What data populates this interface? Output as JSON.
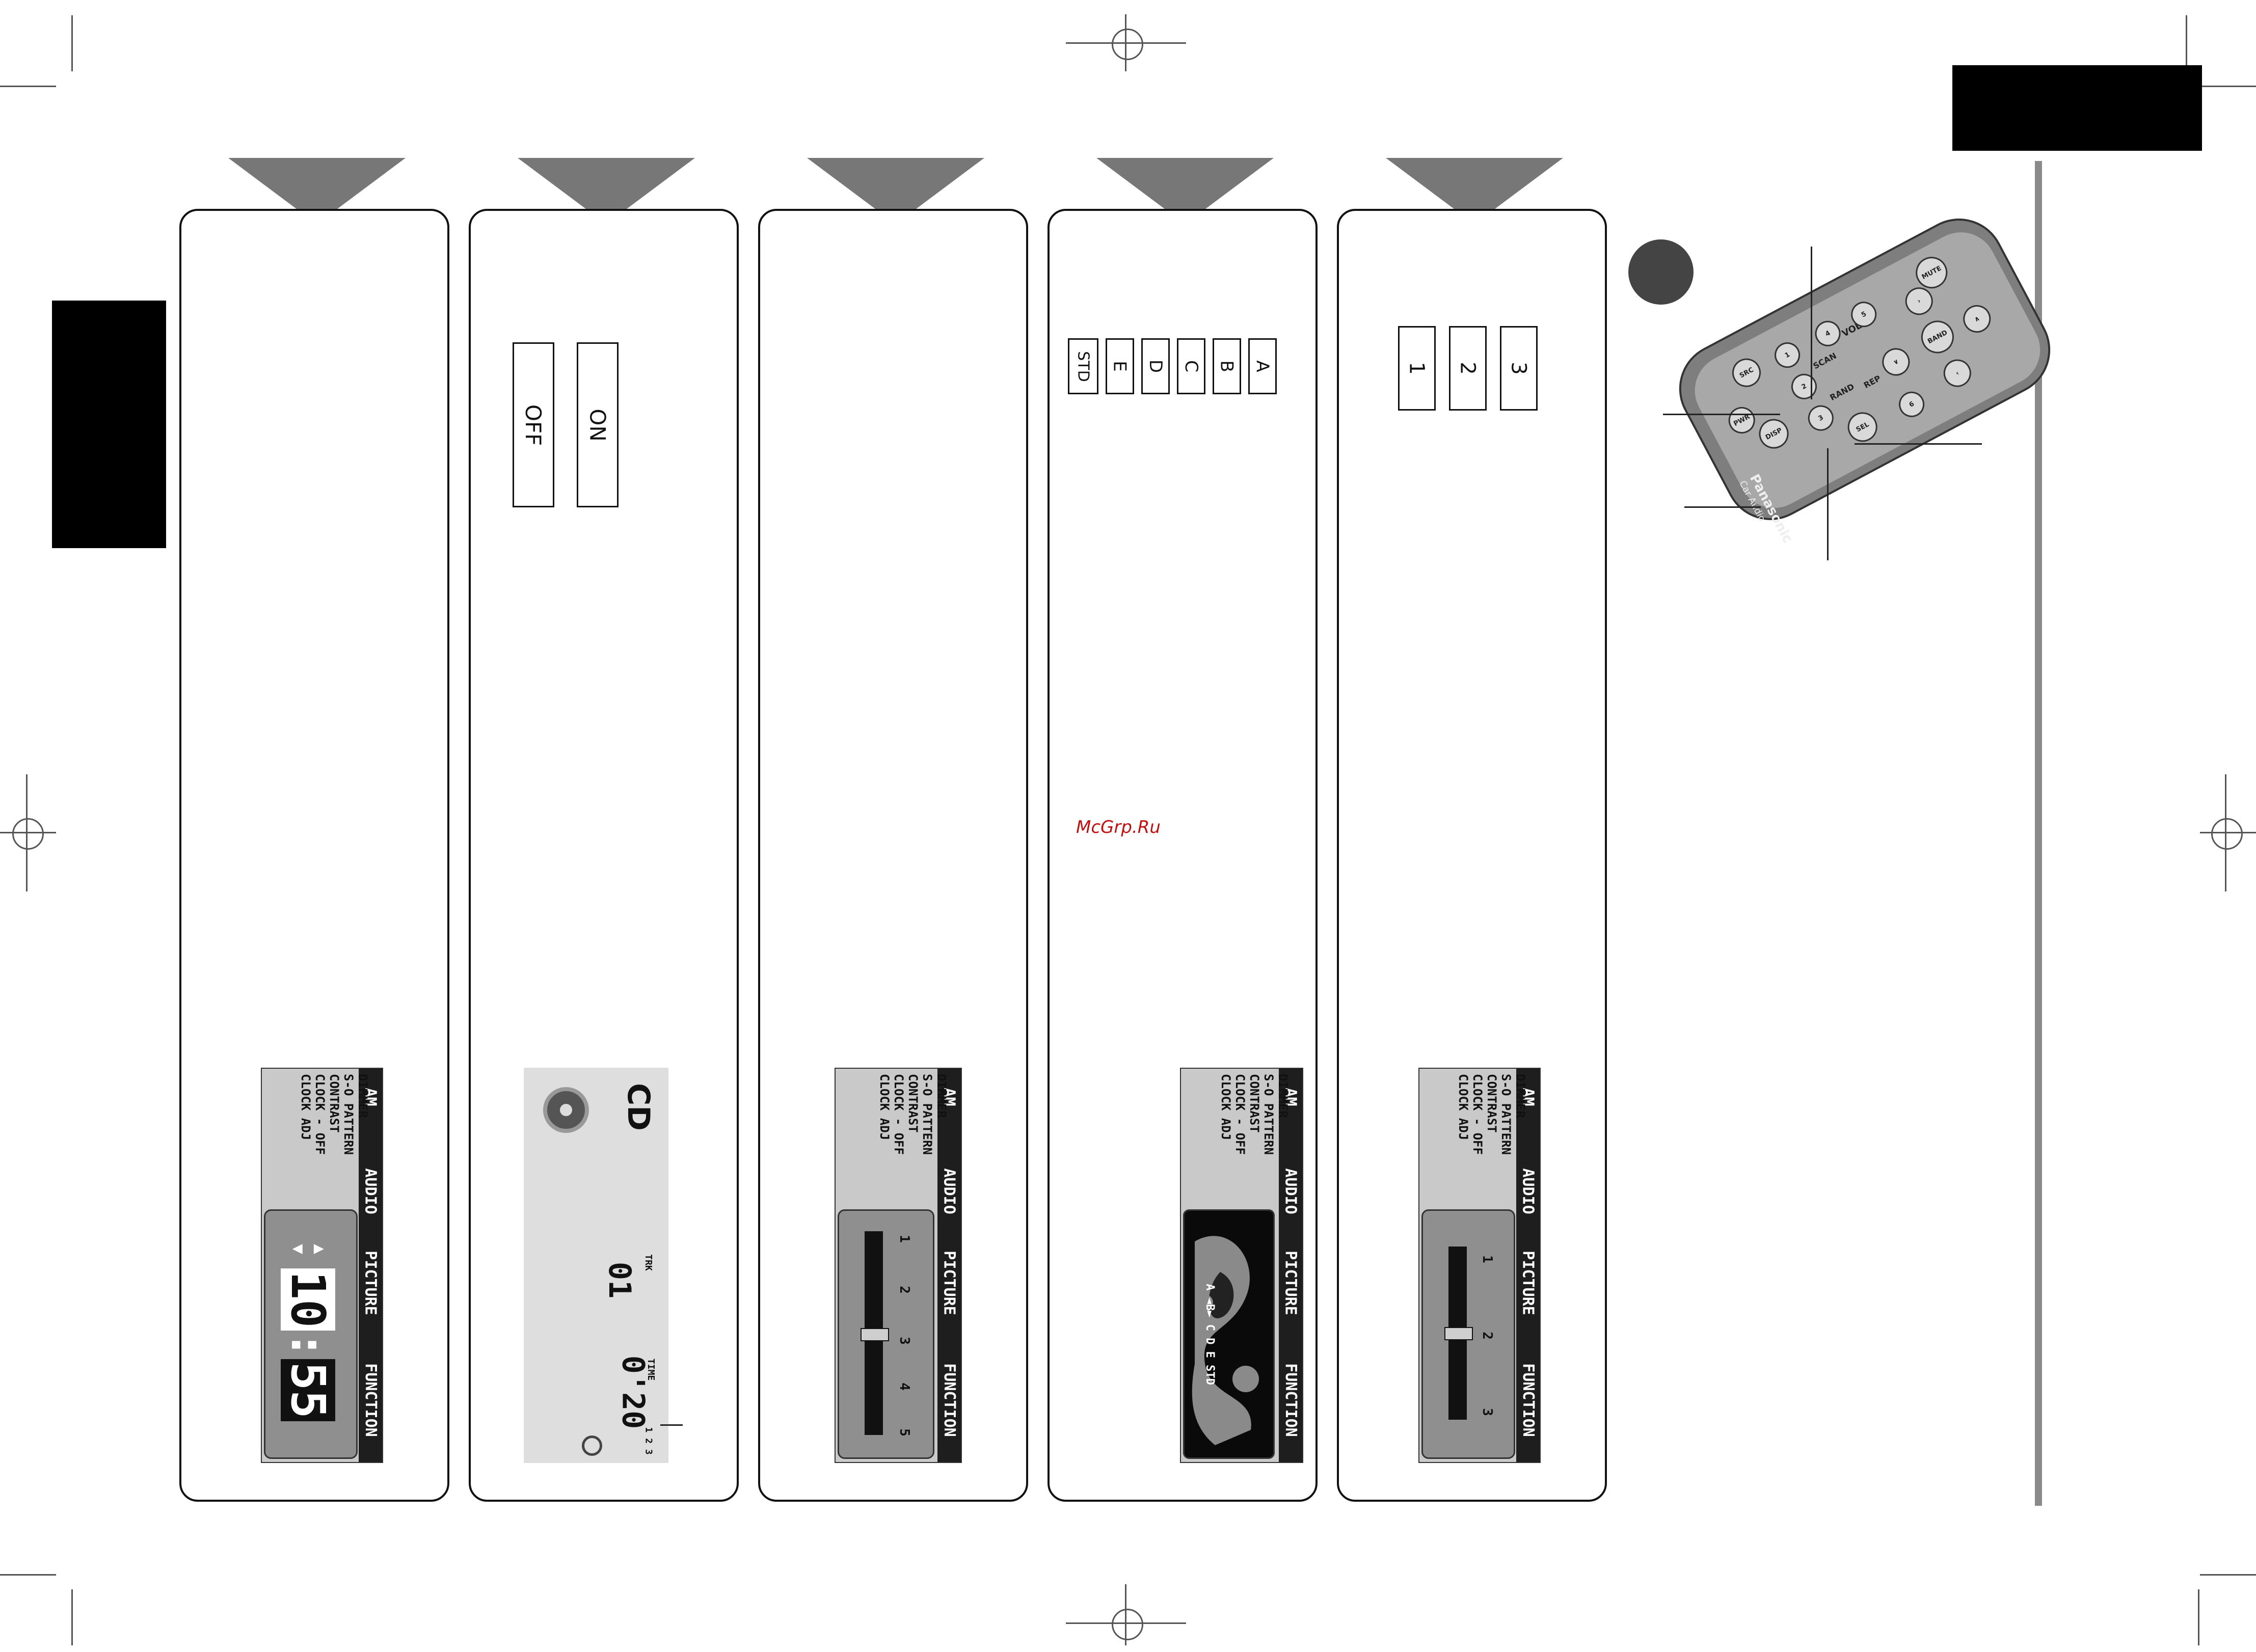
{
  "watermark": "McGrp.Ru",
  "panel_clock": {
    "lcd_tabs": [
      "AM",
      "AUDIO",
      "PICTURE",
      "FUNCTION"
    ],
    "menu": [
      "DIMMER",
      "S-O PATTERN",
      "CONTRAST",
      "CLOCK - OFF",
      "CLOCK ADJ"
    ],
    "time_hours": "10",
    "time_sep": ":",
    "time_minutes": "55"
  },
  "panel_onoff": {
    "options": [
      "ON",
      "OFF"
    ],
    "lcd_source": "CD",
    "trk_label": "TRK",
    "trk_value": "01",
    "time_label": "TIME",
    "time_value": "0'20",
    "indicator": "1 2 3"
  },
  "panel_contrast": {
    "lcd_tabs": [
      "AM",
      "AUDIO",
      "PICTURE",
      "FUNCTION"
    ],
    "menu": [
      "DIMMER",
      "S-O PATTERN",
      "CONTRAST",
      "CLOCK - OFF",
      "CLOCK ADJ"
    ],
    "scale": [
      "1",
      "2",
      "3",
      "4",
      "5"
    ],
    "level": 3
  },
  "panel_pattern": {
    "options": [
      "A",
      "B",
      "C",
      "D",
      "E",
      "STD"
    ],
    "lcd_tabs": [
      "AM",
      "AUDIO",
      "PICTURE",
      "FUNCTION"
    ],
    "menu": [
      "DIMMER",
      "S-O PATTERN",
      "CONTRAST",
      "CLOCK - OFF",
      "CLOCK ADJ"
    ],
    "pattern_row": "A ◄B► C D E STD"
  },
  "panel_dimmer": {
    "options": [
      "3",
      "2",
      "1"
    ],
    "lcd_tabs": [
      "AM",
      "AUDIO",
      "PICTURE",
      "FUNCTION"
    ],
    "menu": [
      "DIMMER",
      "S-O PATTERN",
      "CONTRAST",
      "CLOCK - OFF",
      "CLOCK ADJ"
    ],
    "scale": [
      "1",
      "2",
      "3"
    ],
    "level": 2
  },
  "remote": {
    "brand": "Panasonic",
    "sub_brand": "Car Audio",
    "buttons": [
      "MUTE",
      "BAND",
      "SEL",
      "DISP",
      "VOL",
      "SCAN",
      "RAND",
      "REP",
      "SRC",
      "PWR"
    ],
    "numbers": [
      "1",
      "2",
      "3",
      "4",
      "5",
      "6"
    ]
  }
}
